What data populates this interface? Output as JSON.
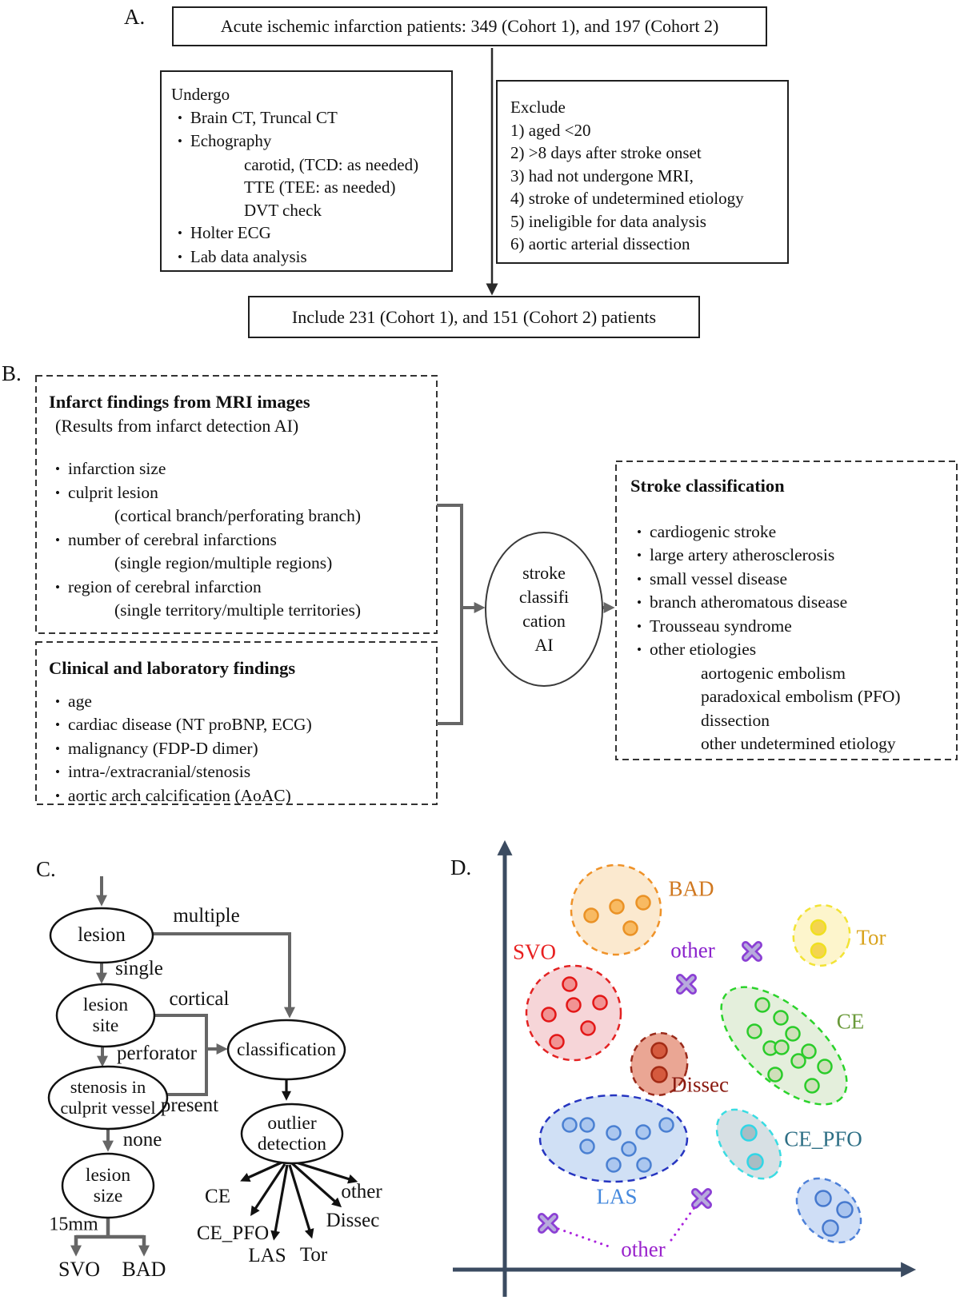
{
  "panelA": {
    "label": "A.",
    "top_box": "Acute ischemic infarction patients: 349 (Cohort 1), and 197 (Cohort 2)",
    "undergo": {
      "title": "Undergo",
      "items": [
        "Brain CT, Truncal CT",
        "Echography",
        "carotid, (TCD: as needed)",
        "TTE (TEE: as needed)",
        "DVT check",
        "Holter ECG",
        "Lab data analysis"
      ]
    },
    "exclude": {
      "title": "Exclude",
      "items": [
        "1) aged <20",
        "2) >8 days after stroke onset",
        "3) had not undergone MRI,",
        "4) stroke of undetermined etiology",
        "5) ineligible for data analysis",
        "6) aortic arterial dissection"
      ]
    },
    "include_box": "Include 231 (Cohort 1), and 151 (Cohort 2) patients"
  },
  "panelB": {
    "label": "B.",
    "mri_box": {
      "title": "Infarct findings from MRI images",
      "subtitle": "(Results from infarct detection AI)",
      "items": [
        "infarction size",
        "culprit lesion",
        "(cortical branch/perforating branch)",
        "number of cerebral infarctions",
        "(single region/multiple regions)",
        "region of cerebral infarction",
        "(single territory/multiple territories)"
      ]
    },
    "clinical_box": {
      "title": "Clinical and laboratory findings",
      "items": [
        "age",
        "cardiac disease (NT proBNP, ECG)",
        "malignancy (FDP-D dimer)",
        "intra-/extracranial/stenosis",
        "aortic arch calcification (AoAC)"
      ]
    },
    "ai_node": [
      "stroke",
      "classifi",
      "cation",
      "AI"
    ],
    "classification_box": {
      "title": "Stroke classification",
      "items": [
        "cardiogenic stroke",
        "large artery atherosclerosis",
        "small vessel disease",
        "branch atheromatous disease",
        "Trousseau syndrome",
        "other etiologies",
        "aortogenic embolism",
        "paradoxical embolism (PFO)",
        "dissection",
        "other undetermined etiology"
      ]
    }
  },
  "panelC": {
    "label": "C.",
    "nodes": {
      "lesion": "lesion",
      "lesion_site": [
        "lesion",
        "site"
      ],
      "stenosis": [
        "stenosis in",
        "culprit vessel"
      ],
      "lesion_size": [
        "lesion",
        "size"
      ],
      "classification": "classification",
      "outlier": [
        "outlier",
        "detection"
      ]
    },
    "edge_labels": {
      "multiple": "multiple",
      "single": "single",
      "cortical": "cortical",
      "perforator": "perforator",
      "present": "present",
      "none": "none",
      "size_cut": "15mm"
    },
    "outputs": {
      "svo": "SVO",
      "bad": "BAD",
      "ce": "CE",
      "ce_pfo": "CE_PFO",
      "las": "LAS",
      "tor": "Tor",
      "dissec": "Dissec",
      "other": "other"
    }
  },
  "panelD": {
    "label": "D.",
    "cluster_labels": [
      {
        "id": "svo",
        "text": "SVO",
        "color": "#e82020"
      },
      {
        "id": "bad",
        "text": "BAD",
        "color": "#d07820"
      },
      {
        "id": "tor",
        "text": "Tor",
        "color": "#d9a31d"
      },
      {
        "id": "other-top",
        "text": "other",
        "color": "#8a22cc"
      },
      {
        "id": "ce",
        "text": "CE",
        "color": "#6a9a3a"
      },
      {
        "id": "dissec",
        "text": "Dissec",
        "color": "#8a1a10"
      },
      {
        "id": "ce-pfo",
        "text": "CE_PFO",
        "color": "#2e6f85"
      },
      {
        "id": "las",
        "text": "LAS",
        "color": "#4488dd"
      },
      {
        "id": "other-bottom",
        "text": "other",
        "color": "#9922cc"
      }
    ],
    "axis_color": "#3b4b61"
  }
}
